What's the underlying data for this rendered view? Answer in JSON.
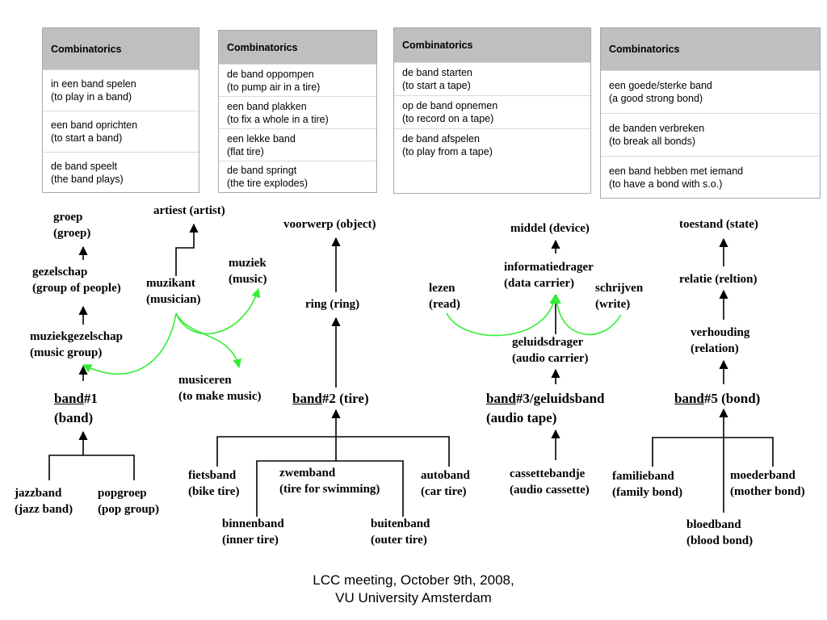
{
  "tables": [
    {
      "header": "Combinatorics",
      "rows": [
        [
          "in een band spelen",
          "(to play in a band)"
        ],
        [
          "een band oprichten",
          "(to start a band)"
        ],
        [
          "de band speelt",
          "(the band plays)"
        ]
      ]
    },
    {
      "header": "Combinatorics",
      "rows": [
        [
          "de band oppompen",
          "(to pump air in a tire)"
        ],
        [
          "een band plakken",
          "(to fix a whole in a tire)"
        ],
        [
          "een lekke band",
          "(flat tire)"
        ],
        [
          "de band springt",
          "(the tire explodes)"
        ]
      ]
    },
    {
      "header": "Combinatorics",
      "rows": [
        [
          "de band starten",
          "(to start a tape)"
        ],
        [
          "op de band opnemen",
          "(to record on a tape)"
        ],
        [
          "de band afspelen",
          "(to play from a tape)"
        ]
      ]
    },
    {
      "header": "Combinatorics",
      "rows": [
        [
          "een goede/sterke band",
          "(a good strong bond)"
        ],
        [
          "de banden verbreken",
          "(to break all bonds)"
        ],
        [
          "een band hebben met iemand",
          "(to have a bond with s.o.)"
        ]
      ]
    }
  ],
  "nodes": {
    "groep": [
      "groep",
      "(groep)"
    ],
    "artiest": [
      "artiest (artist)"
    ],
    "gezelschap": [
      "gezelschap",
      "(group of people)"
    ],
    "muzikant": [
      "muzikant",
      "(musician)"
    ],
    "muziek": [
      "muziek",
      "(music)"
    ],
    "muziekgezelschap": [
      "muziekgezelschap",
      "(music group)"
    ],
    "musiceren": [
      "musiceren",
      "(to make music)"
    ],
    "band1": {
      "word": "band",
      "suffix": "#1",
      "gloss": "(band)"
    },
    "jazzband": [
      "jazzband",
      "(jazz band)"
    ],
    "popgroep": [
      "popgroep",
      "(pop group)"
    ],
    "voorwerp": [
      "voorwerp (object)"
    ],
    "ring": [
      "ring (ring)"
    ],
    "band2": {
      "word": "band",
      "suffix": "#2 (tire)"
    },
    "fietsband": [
      "fietsband",
      "(bike tire)"
    ],
    "zwemband": [
      "zwemband",
      "(tire for swimming)"
    ],
    "autoband": [
      "autoband",
      "(car tire)"
    ],
    "binnenband": [
      "binnenband",
      "(inner tire)"
    ],
    "buitenband": [
      "buitenband",
      "(outer tire)"
    ],
    "middel": [
      "middel (device)"
    ],
    "informatiedrager": [
      "informatiedrager",
      "(data carrier)"
    ],
    "lezen": [
      "lezen",
      "(read)"
    ],
    "schrijven": [
      "schrijven",
      "(write)"
    ],
    "geluidsdrager": [
      "geluidsdrager",
      "(audio carrier)"
    ],
    "band3": {
      "word": "band",
      "suffix": "#3/geluidsband",
      "gloss": "(audio tape)"
    },
    "cassettebandje": [
      "cassettebandje",
      "(audio cassette)"
    ],
    "toestand": [
      "toestand (state)"
    ],
    "relatie": [
      "relatie (reltion)"
    ],
    "verhouding": [
      "verhouding",
      "(relation)"
    ],
    "band5": {
      "word": "band",
      "suffix": "#5 (bond)"
    },
    "familieband": [
      "familieband",
      "(family bond)"
    ],
    "moederband": [
      "moederband",
      "(mother bond)"
    ],
    "bloedband": [
      "bloedband",
      "(blood bond)"
    ]
  },
  "colors": {
    "edge": "#000000",
    "association": "#33ee33",
    "table_header": "#bfbfbf",
    "table_border": "#a8a8a8"
  },
  "footer": {
    "line1": "LCC meeting, October 9th, 2008,",
    "line2": "VU University Amsterdam"
  }
}
